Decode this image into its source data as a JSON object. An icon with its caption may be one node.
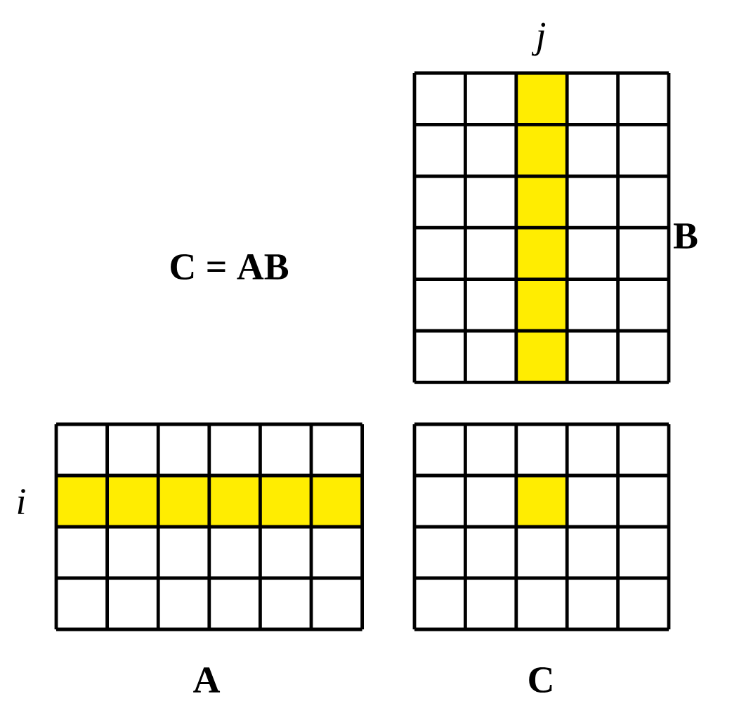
{
  "diagram": {
    "labels": [
      "j",
      "C = AB",
      "B",
      "i",
      "A",
      "C"
    ]
  }
}
